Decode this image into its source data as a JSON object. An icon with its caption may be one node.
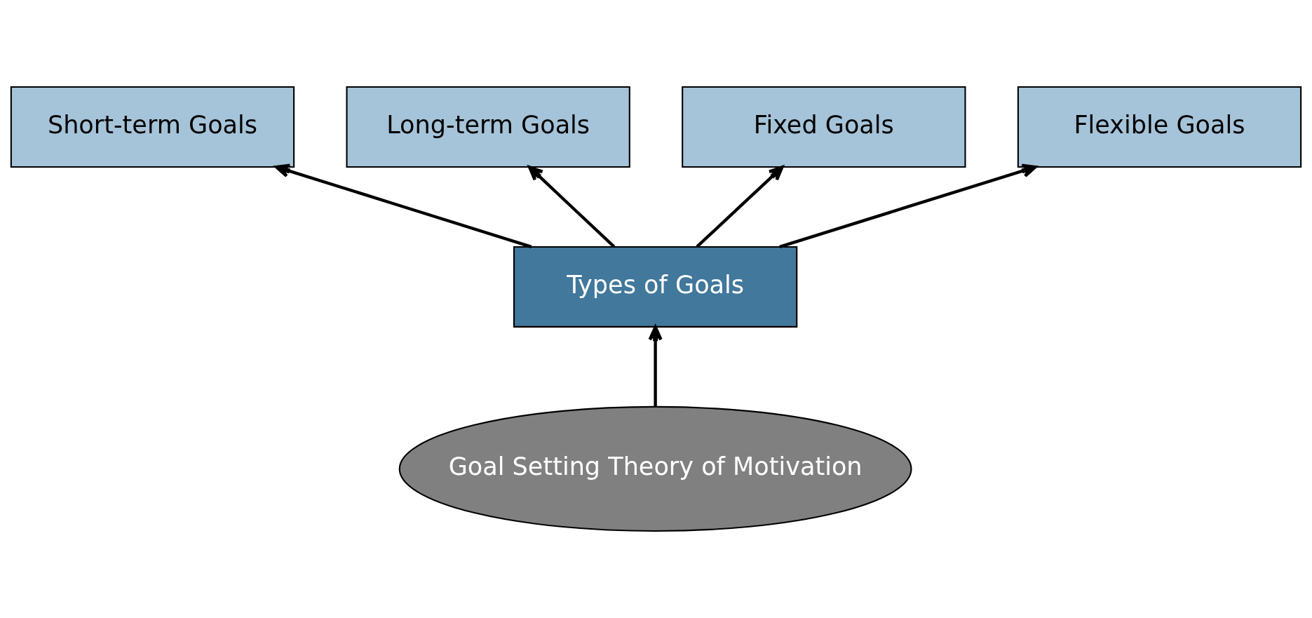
{
  "diagram": {
    "nodes": [
      {
        "text": [
          "Short-term Goals"
        ]
      },
      {
        "text": [
          "Long-term Goals"
        ]
      },
      {
        "text": [
          "Fixed Goals"
        ]
      },
      {
        "text": [
          "Types of Goals"
        ]
      },
      {
        "text": [
          "Flexible Goals"
        ]
      },
      {
        "text": [
          "Goal Setting Theory of Motivation"
        ]
      }
    ],
    "edges": [
      {
        "from": 5,
        "to": 3,
        "arrow": "to"
      },
      {
        "from": 3,
        "to": 0,
        "arrow": "to"
      },
      {
        "from": 3,
        "to": 1,
        "arrow": "to"
      },
      {
        "from": 3,
        "to": 2,
        "arrow": "to"
      },
      {
        "from": 3,
        "to": 4,
        "arrow": "to"
      }
    ]
  }
}
